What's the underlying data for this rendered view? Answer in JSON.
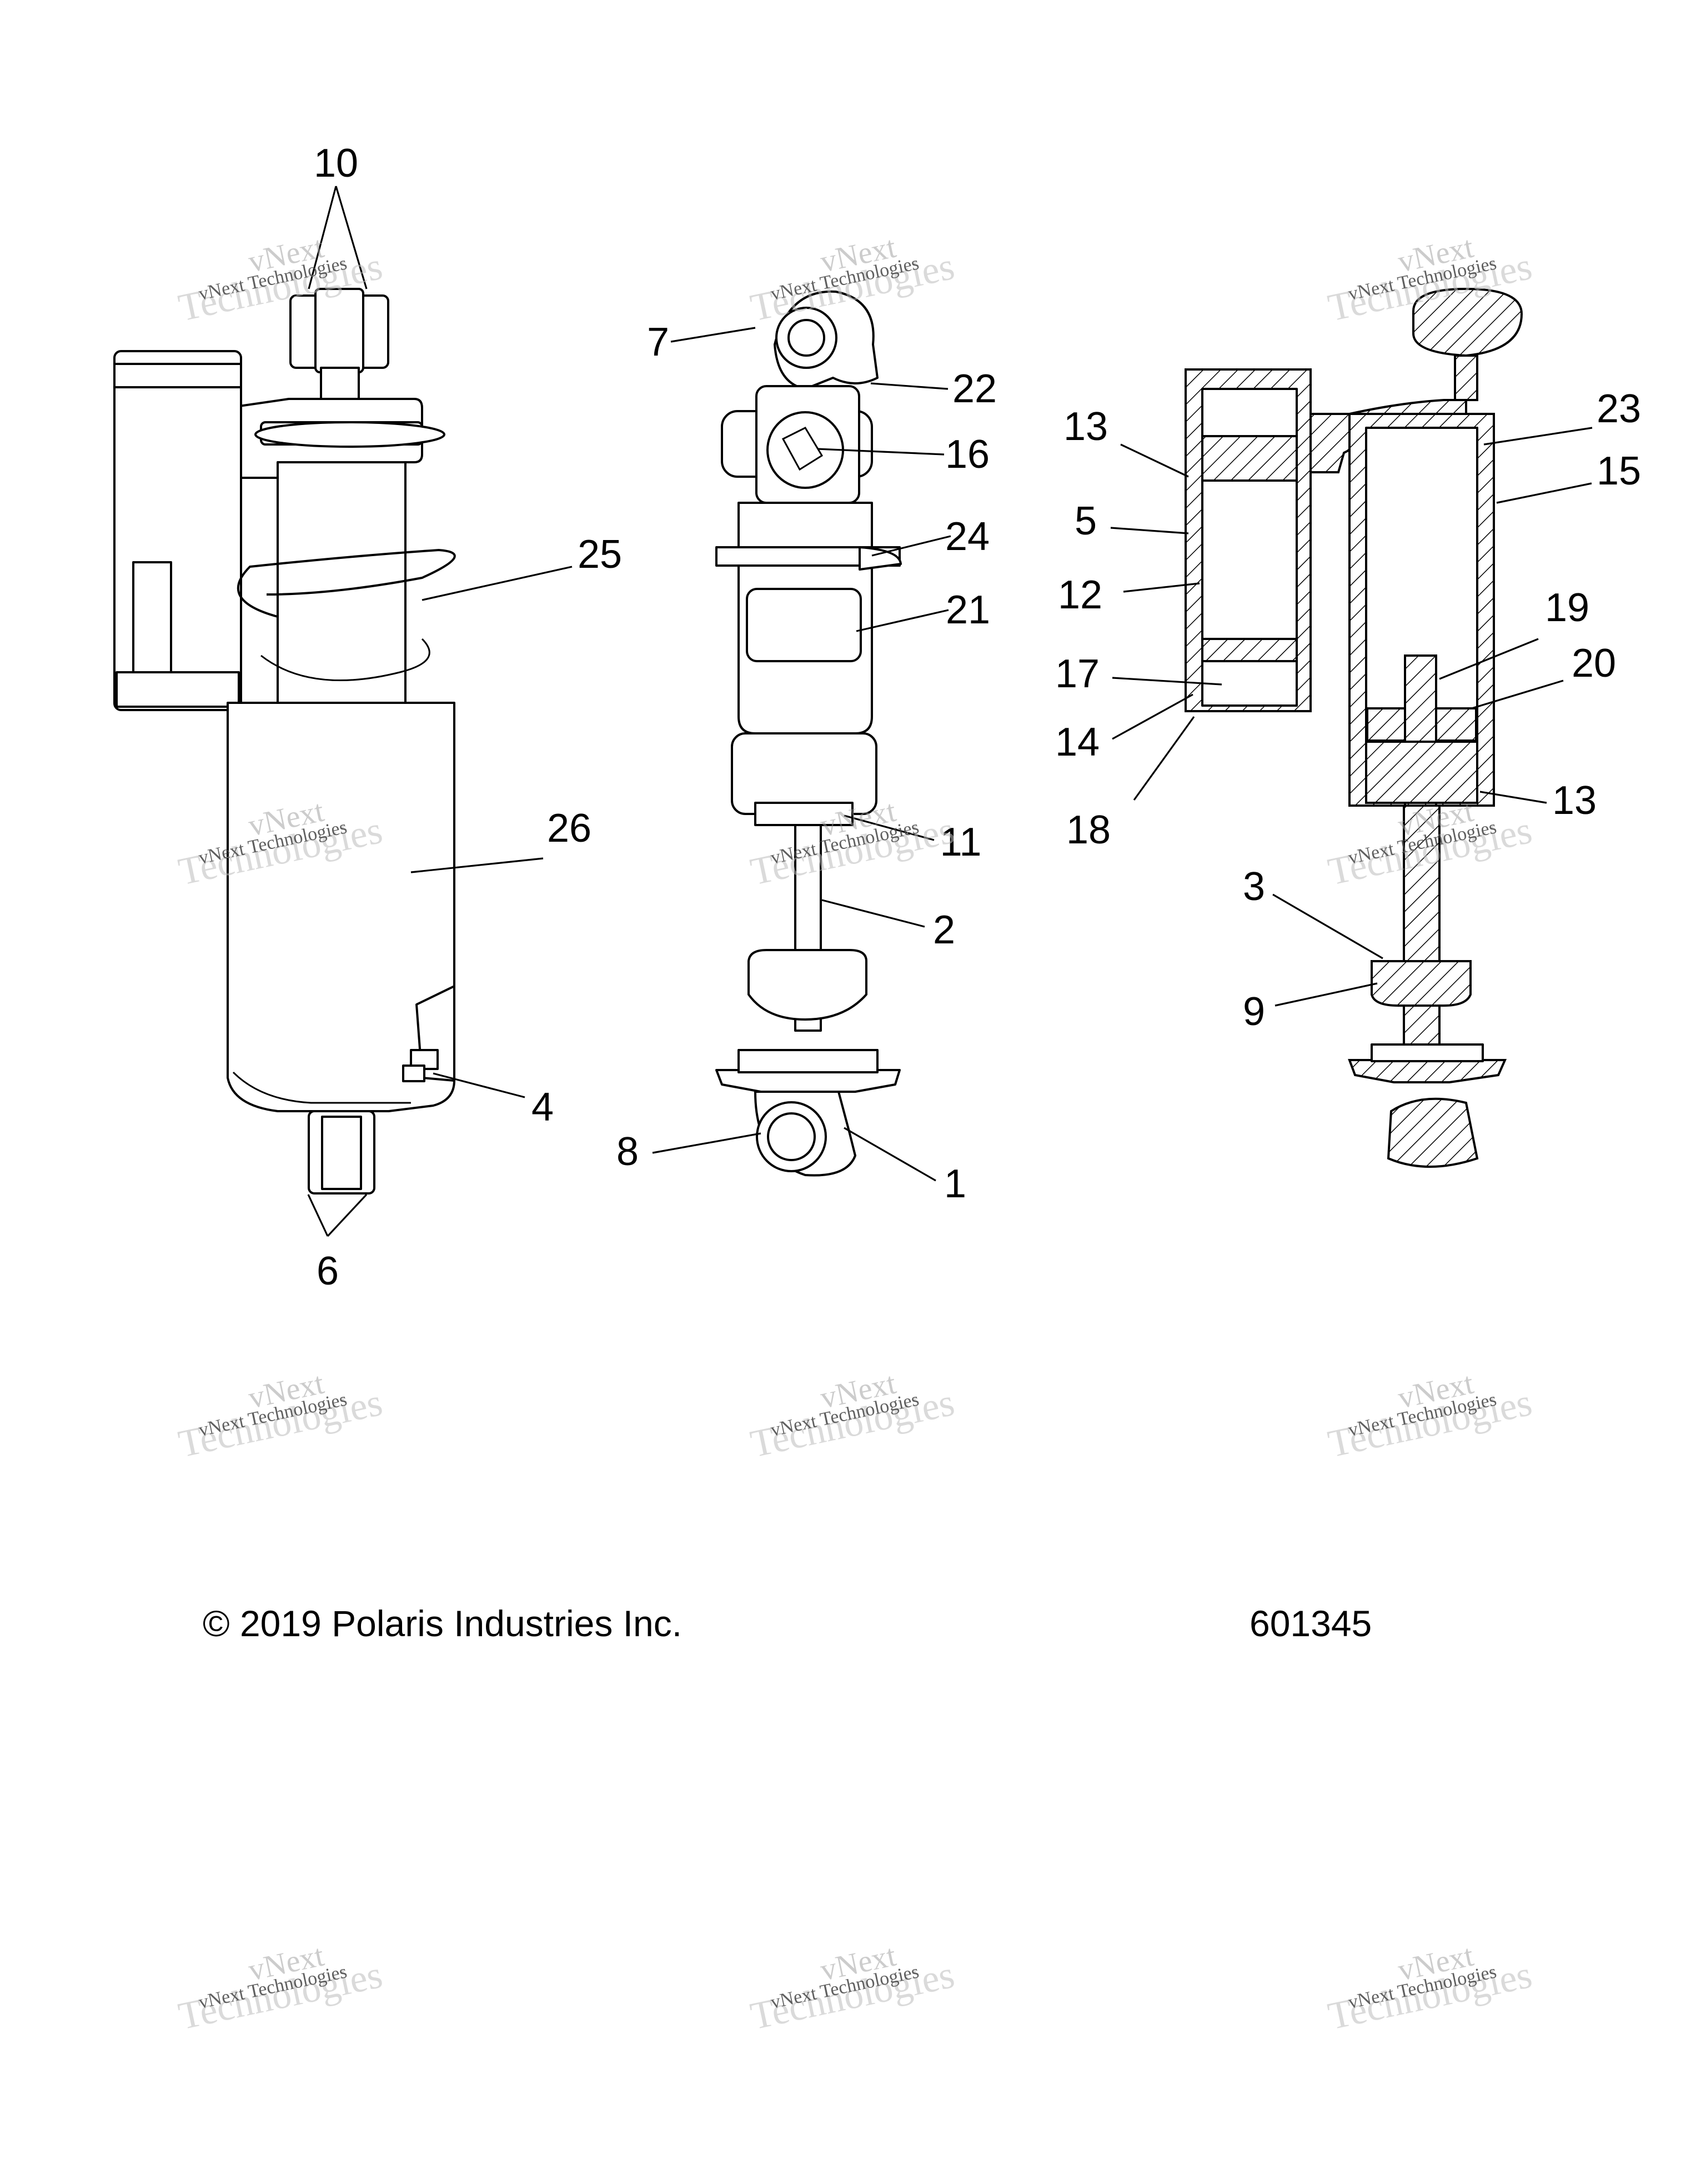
{
  "diagram": {
    "callouts": [
      "10",
      "7",
      "22",
      "16",
      "24",
      "21",
      "11",
      "2",
      "1",
      "8",
      "25",
      "26",
      "4",
      "6",
      "13",
      "5",
      "12",
      "17",
      "14",
      "18",
      "23",
      "15",
      "19",
      "20",
      "13",
      "3",
      "9"
    ],
    "footer": {
      "copyright": "© 2019 Polaris Industries Inc.",
      "drawing_number": "601345"
    },
    "watermark": {
      "line1": "vNext Technologies",
      "line2": "Technologies",
      "line3": "vNext"
    }
  }
}
